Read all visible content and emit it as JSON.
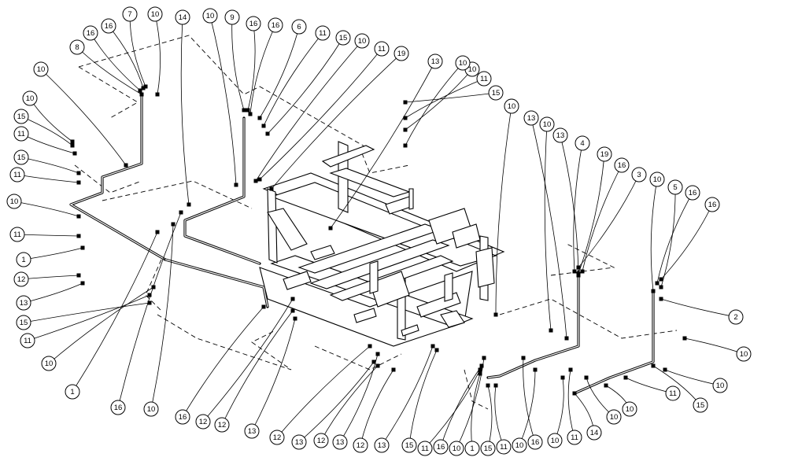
{
  "diagram": {
    "type": "exploded-parts-assembly",
    "callouts": [
      "7",
      "10",
      "14",
      "10",
      "9",
      "16",
      "16",
      "6",
      "11",
      "15",
      "10",
      "11",
      "19",
      "13",
      "16",
      "16",
      "8",
      "10",
      "10",
      "15",
      "11",
      "15",
      "11",
      "10",
      "11",
      "1",
      "12",
      "13",
      "15",
      "11",
      "10",
      "1",
      "16",
      "10",
      "16",
      "12",
      "12",
      "13",
      "12",
      "13",
      "12",
      "13",
      "12",
      "13",
      "15",
      "11",
      "16",
      "10",
      "1",
      "15",
      "11",
      "10",
      "16",
      "10",
      "11",
      "14",
      "10",
      "10",
      "11",
      "15",
      "10",
      "10",
      "2",
      "16",
      "16",
      "5",
      "10",
      "3",
      "16",
      "19",
      "4",
      "13",
      "10",
      "13",
      "10",
      "15",
      "11",
      "10",
      "10",
      "11",
      "15"
    ]
  }
}
